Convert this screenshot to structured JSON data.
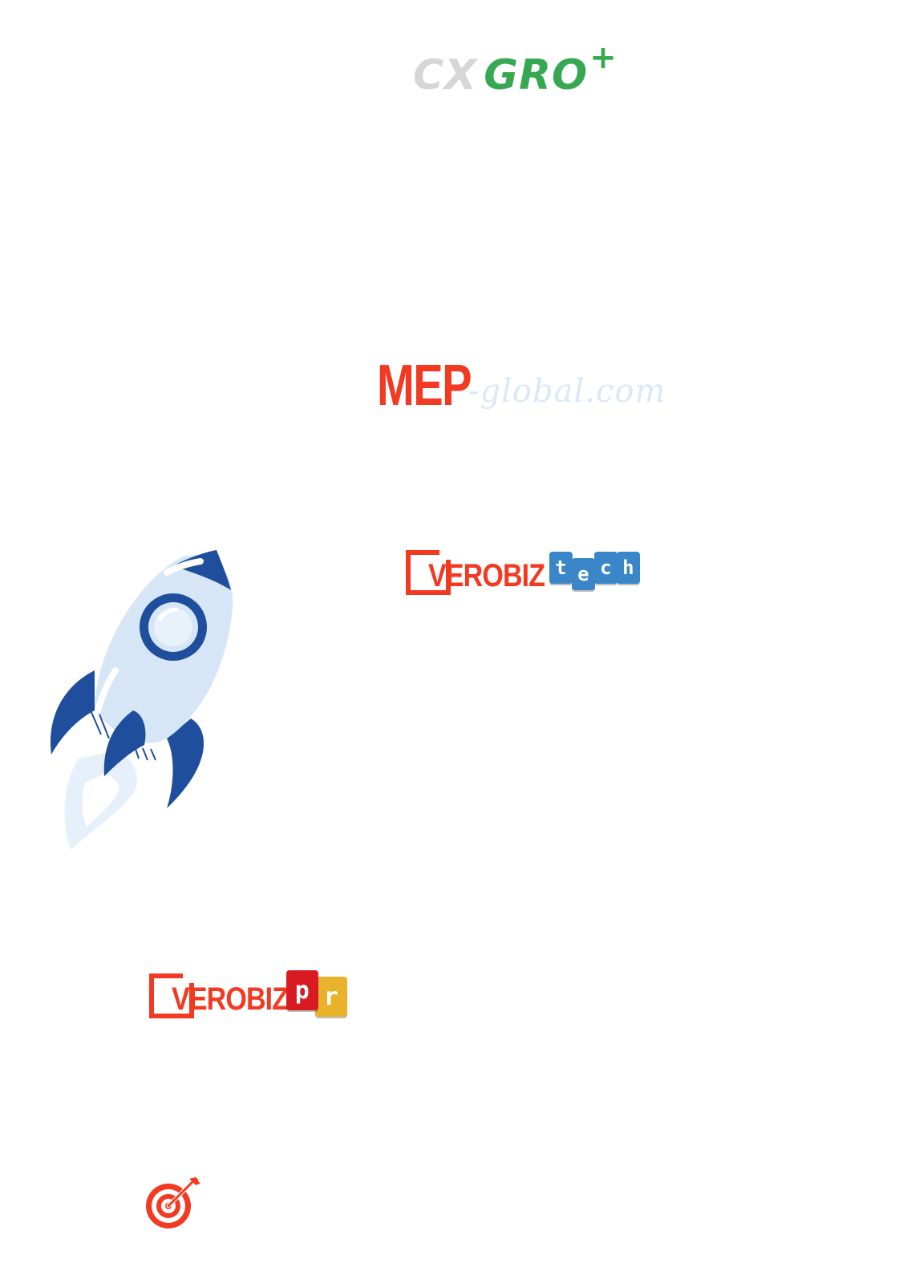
{
  "logos": {
    "cx_gro": {
      "part1": "CX",
      "part2": "GRO",
      "plus": "+"
    },
    "mep_global": {
      "part1": "MEP",
      "part2": "-global.com"
    },
    "verobiz_tech": {
      "word": "VEROBIZ",
      "tiles": [
        "t",
        "e",
        "c",
        "h"
      ]
    },
    "verobiz_pr": {
      "word": "VEROBIZ",
      "tiles": [
        "p",
        "r"
      ]
    }
  },
  "illustrations": {
    "rocket": "rocket-icon",
    "target": "target-icon"
  },
  "colors": {
    "brand_red": "#f23a22",
    "cx_gray": "#d6d6d6",
    "cx_green": "#36a852",
    "rocket_blue": "#1f4f9c",
    "rocket_light": "#d6e6f7",
    "tech_blue": "#3a86c8",
    "pr_red": "#d81b22",
    "pr_yellow": "#e8b32a"
  }
}
